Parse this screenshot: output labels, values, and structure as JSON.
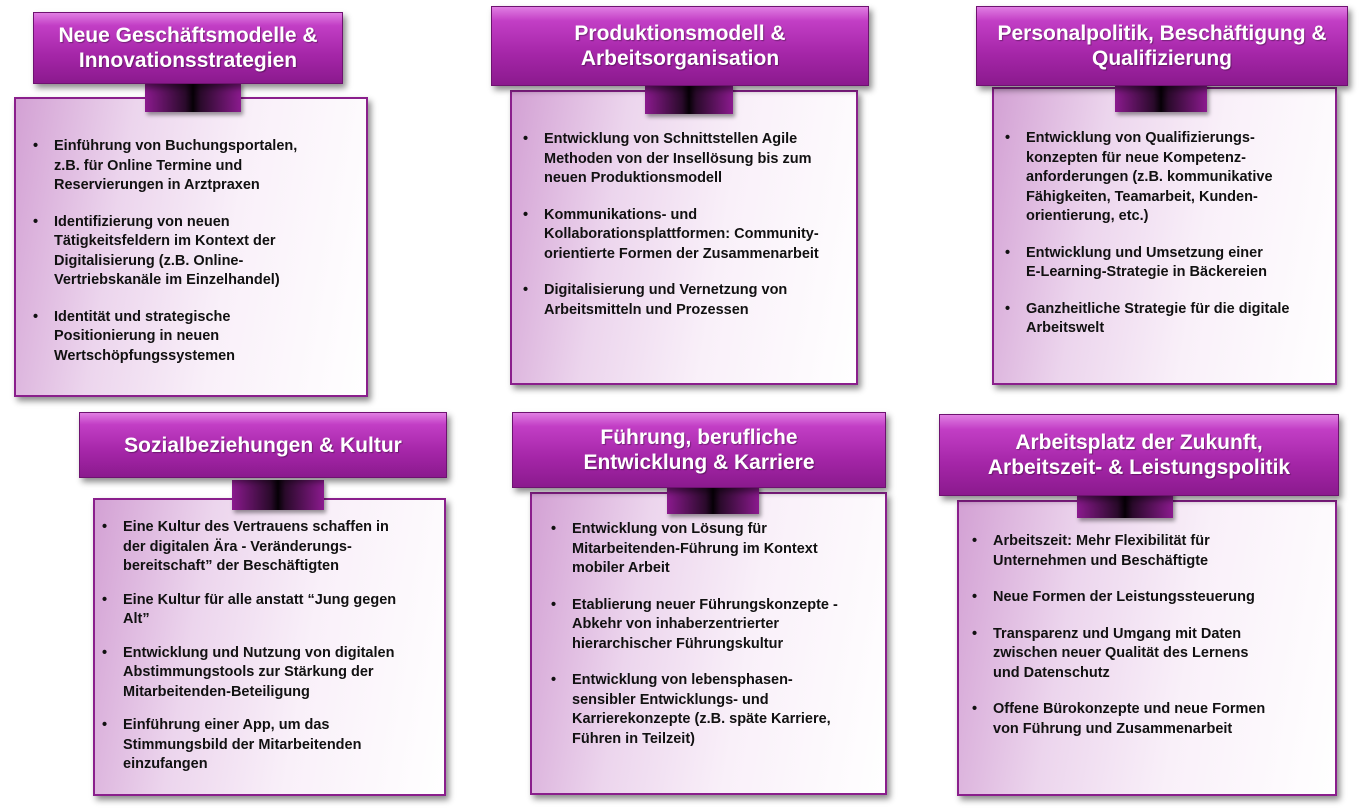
{
  "panels": [
    {
      "title": "Neue Geschäftsmodelle &\nInnovationsstrategien",
      "items": [
        "Einführung von Buchungsportalen,\nz.B. für Online Termine und\nReservierungen in Arztpraxen",
        "Identifizierung von neuen\nTätigkeitsfeldern im Kontext der\nDigitalisierung (z.B. Online-\nVertriebskanäle im Einzelhandel)",
        "Identität und strategische\nPositionierung in neuen\nWertschöpfungssystemen"
      ]
    },
    {
      "title": "Produktionsmodell &\nArbeitsorganisation",
      "items": [
        "Entwicklung von Schnittstellen Agile\nMethoden von der Insellösung bis zum\nneuen Produktionsmodell",
        "Kommunikations- und\nKollaborationsplattformen: Community-\norientierte Formen der Zusammenarbeit",
        "Digitalisierung und Vernetzung von\nArbeitsmitteln und Prozessen"
      ]
    },
    {
      "title": "Personalpolitik, Beschäftigung &\nQualifizierung",
      "items": [
        "Entwicklung von Qualifizierungs-\nkonzepten für neue Kompetenz-\nanforderungen (z.B. kommunikative\nFähigkeiten, Teamarbeit, Kunden-\norientierung, etc.)",
        "Entwicklung und Umsetzung einer\n  E-Learning-Strategie in Bäckereien",
        "Ganzheitliche Strategie für die digitale\nArbeitswelt"
      ]
    },
    {
      "title": "Sozialbeziehungen & Kultur",
      "items": [
        "Eine Kultur des Vertrauens schaffen in\nder digitalen Ära - Veränderungs-\nbereitschaft” der Beschäftigten",
        "Eine Kultur für alle anstatt “Jung gegen\nAlt”",
        "Entwicklung und Nutzung von digitalen\nAbstimmungstools zur Stärkung der\nMitarbeitenden-Beteiligung",
        "Einführung einer App, um das\nStimmungsbild der Mitarbeitenden\neinzufangen"
      ]
    },
    {
      "title": "Führung, berufliche\nEntwicklung & Karriere",
      "items": [
        "Entwicklung von Lösung für\nMitarbeitenden-Führung im Kontext\nmobiler Arbeit",
        "Etablierung neuer Führungskonzepte -\nAbkehr von inhaberzentrierter\nhierarchischer Führungskultur",
        "Entwicklung von lebensphasen-\nsensibler Entwicklungs- und\nKarrierekonzepte (z.B. späte Karriere,\nFühren in Teilzeit)"
      ]
    },
    {
      "title": "Arbeitsplatz der Zukunft,\nArbeitszeit- & Leistungspolitik",
      "items": [
        "Arbeitszeit: Mehr Flexibilität für\nUnternehmen und Beschäftigte",
        "Neue Formen der Leistungssteuerung",
        "Transparenz und Umgang mit Daten\nzwischen neuer Qualität des Lernens\nund Datenschutz",
        "Offene Bürokonzepte und neue Formen\nvon Führung und Zusammenarbeit"
      ]
    }
  ]
}
